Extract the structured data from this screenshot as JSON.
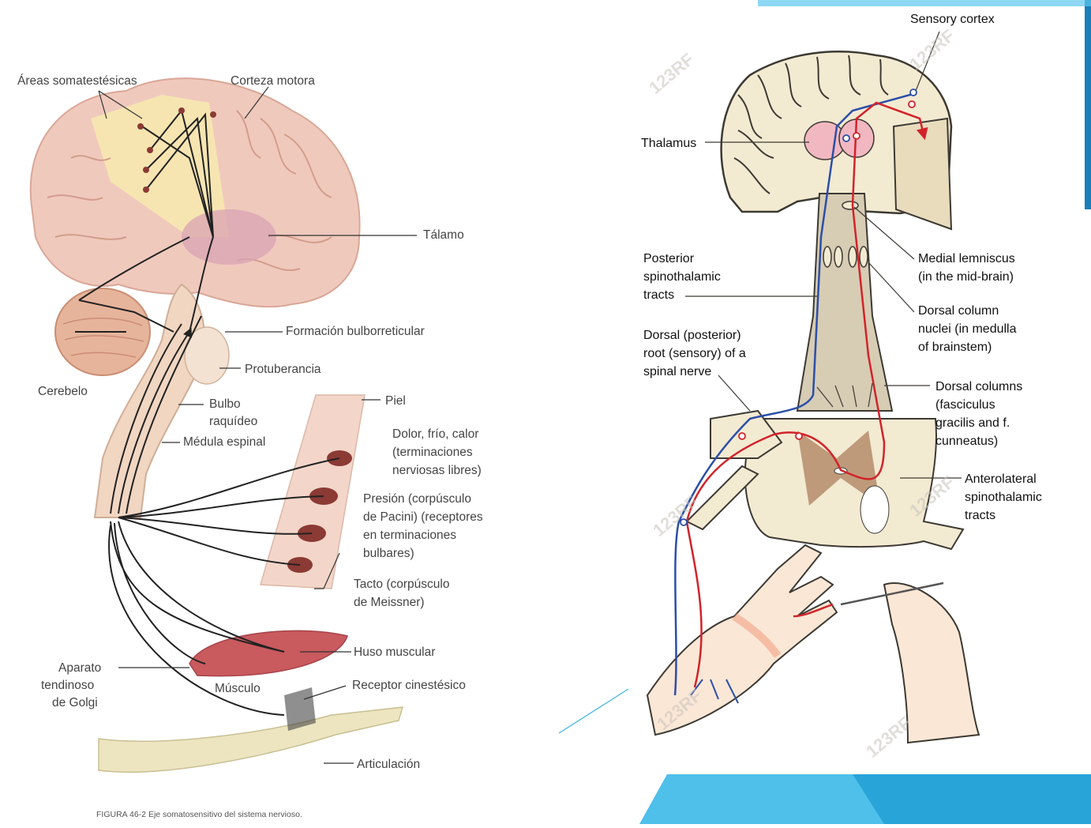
{
  "left_figure": {
    "labels": {
      "areas_somatestesicas": "Áreas somatestésicas",
      "corteza_motora": "Corteza motora",
      "talamo": "Tálamo",
      "formacion": "Formación bulborreticular",
      "protuberancia": "Protuberancia",
      "cerebelo": "Cerebelo",
      "bulbo_1": "Bulbo",
      "bulbo_2": "raquídeo",
      "medula": "Médula espinal",
      "piel": "Piel",
      "dolor_1": "Dolor, frío, calor",
      "dolor_2": "(terminaciones",
      "dolor_3": "nerviosas libres)",
      "presion_1": "Presión (corpúsculo",
      "presion_2": "de Pacini) (receptores",
      "presion_3": "en terminaciones",
      "presion_4": "bulbares)",
      "tacto_1": "Tacto (corpúsculo",
      "tacto_2": "de Meissner)",
      "huso": "Huso muscular",
      "aparato_1": "Aparato",
      "aparato_2": "tendinoso",
      "aparato_3": "de Golgi",
      "musculo": "Músculo",
      "receptor": "Receptor cinestésico",
      "articulacion": "Articulación"
    },
    "caption": "FIGURA 46-2  Eje somatosensitivo del sistema nervioso."
  },
  "right_figure": {
    "labels": {
      "sensory_cortex": "Sensory cortex",
      "thalamus": "Thalamus",
      "medial_1": "Medial lemniscus",
      "medial_2": "(in the mid-brain)",
      "post_1": "Posterior",
      "post_2": "spinothalamic",
      "post_3": "tracts",
      "dcn_1": "Dorsal column",
      "dcn_2": "nuclei (in medulla",
      "dcn_3": "of brainstem)",
      "root_1": "Dorsal (posterior)",
      "root_2": "root (sensory) of a",
      "root_3": "spinal nerve",
      "dcol_1": "Dorsal columns",
      "dcol_2": "(fasciculus",
      "dcol_3": "gracilis and f.",
      "dcol_4": "cunneatus)",
      "antero_1": "Anterolateral",
      "antero_2": "spinothalamic",
      "antero_3": "tracts"
    },
    "watermark": "123RF"
  },
  "colors": {
    "tract_blue": "#2b4fa8",
    "tract_red": "#d2232a",
    "accent_cyan": "#3fb4e0",
    "brain_pink": "#f0c9bd",
    "brainstem_tan": "#d7ccb4",
    "muscle_red": "#c95a5e"
  }
}
